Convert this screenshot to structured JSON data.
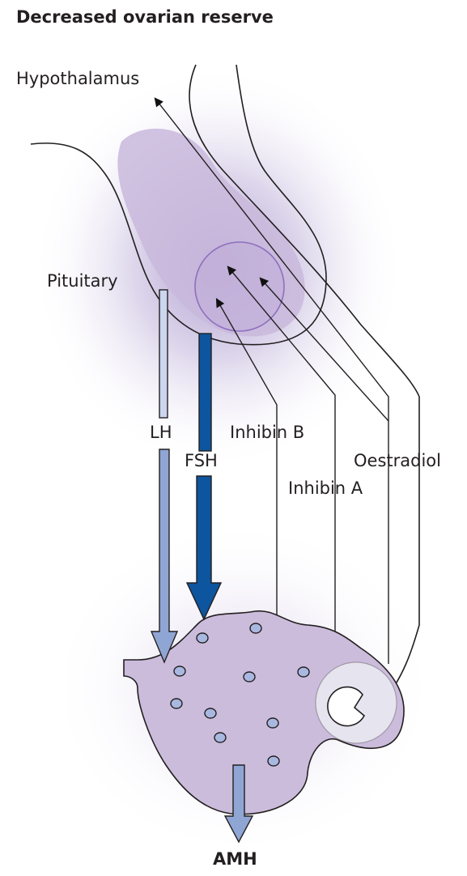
{
  "title": "Decreased ovarian reserve",
  "labels": {
    "hypothalamus": "Hypothalamus",
    "pituitary": "Pituitary",
    "lh": "LH",
    "fsh": "FSH",
    "inhibin_b": "Inhibin B",
    "inhibin_a": "Inhibin A",
    "oestradiol": "Oestradiol",
    "amh": "AMH"
  },
  "colors": {
    "pituitary_fill": "#c9b8dc",
    "ovary_fill": "#cbbcdc",
    "ovary_stroke": "#231f20",
    "glow": "#8f78bd",
    "lh_arrow": "#8fa5d4",
    "fsh_arrow": "#0d559e",
    "follicle_dot": "#a9b8e0",
    "dominant_follicle": "#e6e4ee",
    "text": "#231f20"
  }
}
